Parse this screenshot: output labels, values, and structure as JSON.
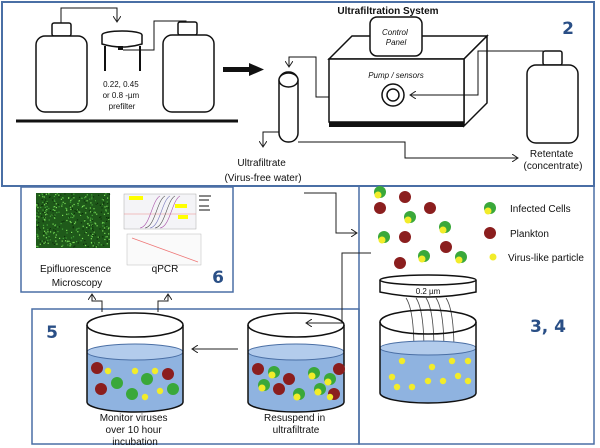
{
  "panel2": {
    "title": "Ultrafiltration System",
    "step": "2",
    "prefilter_label": [
      "0.22, 0.45",
      "or 0.8 -µm",
      "prefilter"
    ],
    "control_panel": [
      "Control",
      "Panel"
    ],
    "pump_label": "Pump / sensors",
    "ultrafiltrate_label": [
      "Ultrafiltrate",
      "(Virus-free water)"
    ],
    "retentate_label": [
      "Retentate",
      "(concentrate)"
    ]
  },
  "panel6": {
    "step": "6",
    "microscopy_label": [
      "Epifluorescence",
      "Microscopy"
    ],
    "qpcr_label": "qPCR"
  },
  "panel34": {
    "step": "3, 4",
    "filter_label": "0.2 µm",
    "legend": [
      {
        "label": "Infected Cells",
        "type": "infected"
      },
      {
        "label": "Plankton",
        "type": "plankton"
      },
      {
        "label": "Virus-like particle",
        "type": "virus"
      }
    ]
  },
  "panel5": {
    "step": "5",
    "monitor_label": [
      "Monitor viruses",
      "over 10 hour",
      "incubation"
    ],
    "resuspend_label": [
      "Resuspend in",
      "ultrafiltrate"
    ]
  },
  "colors": {
    "frame": "#4a6fa5",
    "step_number": "#2a4f86",
    "water": "#8fb3e0",
    "plankton": "#8b1e1e",
    "infected_green": "#3aa83a",
    "virus_yellow": "#f2ec2a"
  }
}
